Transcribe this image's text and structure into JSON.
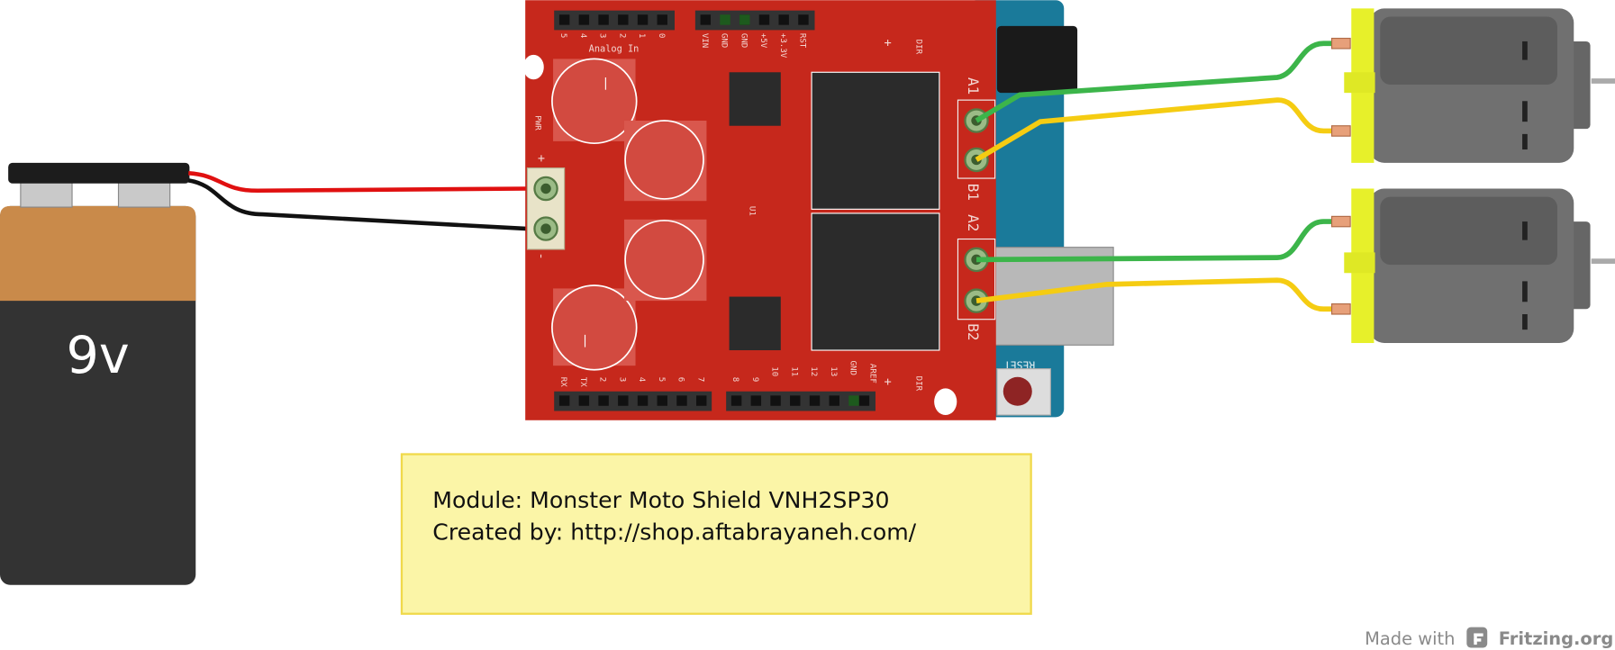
{
  "battery": {
    "label": "9v"
  },
  "shield": {
    "analog_pins": [
      "5",
      "4",
      "3",
      "2",
      "1",
      "0"
    ],
    "analog_label": "Analog In",
    "power_pins": [
      "VIN",
      "GND",
      "GND",
      "+5V",
      "+3.3V",
      "RST"
    ],
    "digital_pins_low": [
      "RX",
      "TX",
      "2",
      "3",
      "4",
      "5",
      "6",
      "7"
    ],
    "digital_pins_high": [
      "8",
      "9",
      "10",
      "11",
      "12",
      "13",
      "GND",
      "AREF"
    ],
    "dir_label": "DIR",
    "plus_label": "+",
    "pwr_label": "PWR",
    "pwr_plus": "+",
    "pwr_minus": "-",
    "ic_label": "U1",
    "terminals": [
      "A1",
      "B1",
      "A2",
      "B2"
    ]
  },
  "arduino": {
    "reset_label": "RESET"
  },
  "note": {
    "line1": "Module: Monster Moto Shield VNH2SP30",
    "line2": "Created by: http://shop.aftabrayaneh.com/"
  },
  "watermark": {
    "prefix": "Made with",
    "brand": "Fritzing.org"
  },
  "colors": {
    "board": "#c6281c",
    "arduino": "#1a7a9a",
    "note_bg": "#fbf5a7",
    "wire_red": "#e01010",
    "wire_green": "#3cb54a",
    "wire_yellow": "#f5cc12"
  }
}
